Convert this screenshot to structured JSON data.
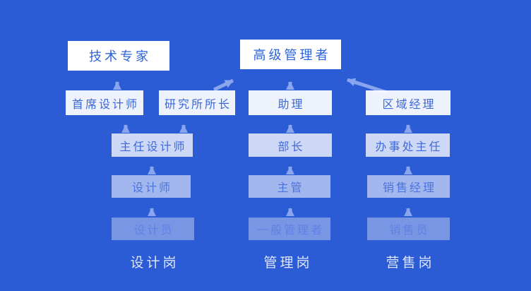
{
  "colors": {
    "background": "#2C5CD5",
    "top_node_background": "#FFFFFF",
    "node_text": "#2D62D8",
    "arrow": "#89A5EE",
    "column_label_text": "#DCE5FB"
  },
  "diagram": {
    "top_nodes": [
      {
        "id": "tech-expert",
        "label": "技术专家"
      },
      {
        "id": "senior-manager",
        "label": "高级管理者"
      }
    ],
    "columns": [
      {
        "label": "设计岗",
        "nodes": [
          {
            "id": "junior-designer",
            "tier": 1,
            "label": "设计员"
          },
          {
            "id": "designer",
            "tier": 2,
            "label": "设计师"
          },
          {
            "id": "lead-designer",
            "tier": 3,
            "label": "主任设计师"
          },
          {
            "id": "chief-designer",
            "tier": 4,
            "label": "首席设计师"
          },
          {
            "id": "institute-director",
            "tier": 4,
            "label": "研究所所长"
          }
        ]
      },
      {
        "label": "管理岗",
        "nodes": [
          {
            "id": "general-staff",
            "tier": 1,
            "label": "一般管理者"
          },
          {
            "id": "supervisor",
            "tier": 2,
            "label": "主管"
          },
          {
            "id": "department-head",
            "tier": 3,
            "label": "部长"
          },
          {
            "id": "assistant",
            "tier": 4,
            "label": "助理"
          }
        ]
      },
      {
        "label": "营售岗",
        "nodes": [
          {
            "id": "salesperson",
            "tier": 1,
            "label": "销售员"
          },
          {
            "id": "sales-manager",
            "tier": 2,
            "label": "销售经理"
          },
          {
            "id": "office-director",
            "tier": 3,
            "label": "办事处主任"
          },
          {
            "id": "regional-manager",
            "tier": 4,
            "label": "区域经理"
          }
        ]
      }
    ],
    "edges": [
      {
        "from": "junior-designer",
        "to": "designer"
      },
      {
        "from": "designer",
        "to": "lead-designer"
      },
      {
        "from": "lead-designer",
        "to": "chief-designer"
      },
      {
        "from": "lead-designer",
        "to": "institute-director"
      },
      {
        "from": "chief-designer",
        "to": "tech-expert"
      },
      {
        "from": "institute-director",
        "to": "senior-manager"
      },
      {
        "from": "general-staff",
        "to": "supervisor"
      },
      {
        "from": "supervisor",
        "to": "department-head"
      },
      {
        "from": "department-head",
        "to": "assistant"
      },
      {
        "from": "assistant",
        "to": "senior-manager"
      },
      {
        "from": "salesperson",
        "to": "sales-manager"
      },
      {
        "from": "sales-manager",
        "to": "office-director"
      },
      {
        "from": "office-director",
        "to": "regional-manager"
      },
      {
        "from": "regional-manager",
        "to": "senior-manager"
      }
    ]
  }
}
